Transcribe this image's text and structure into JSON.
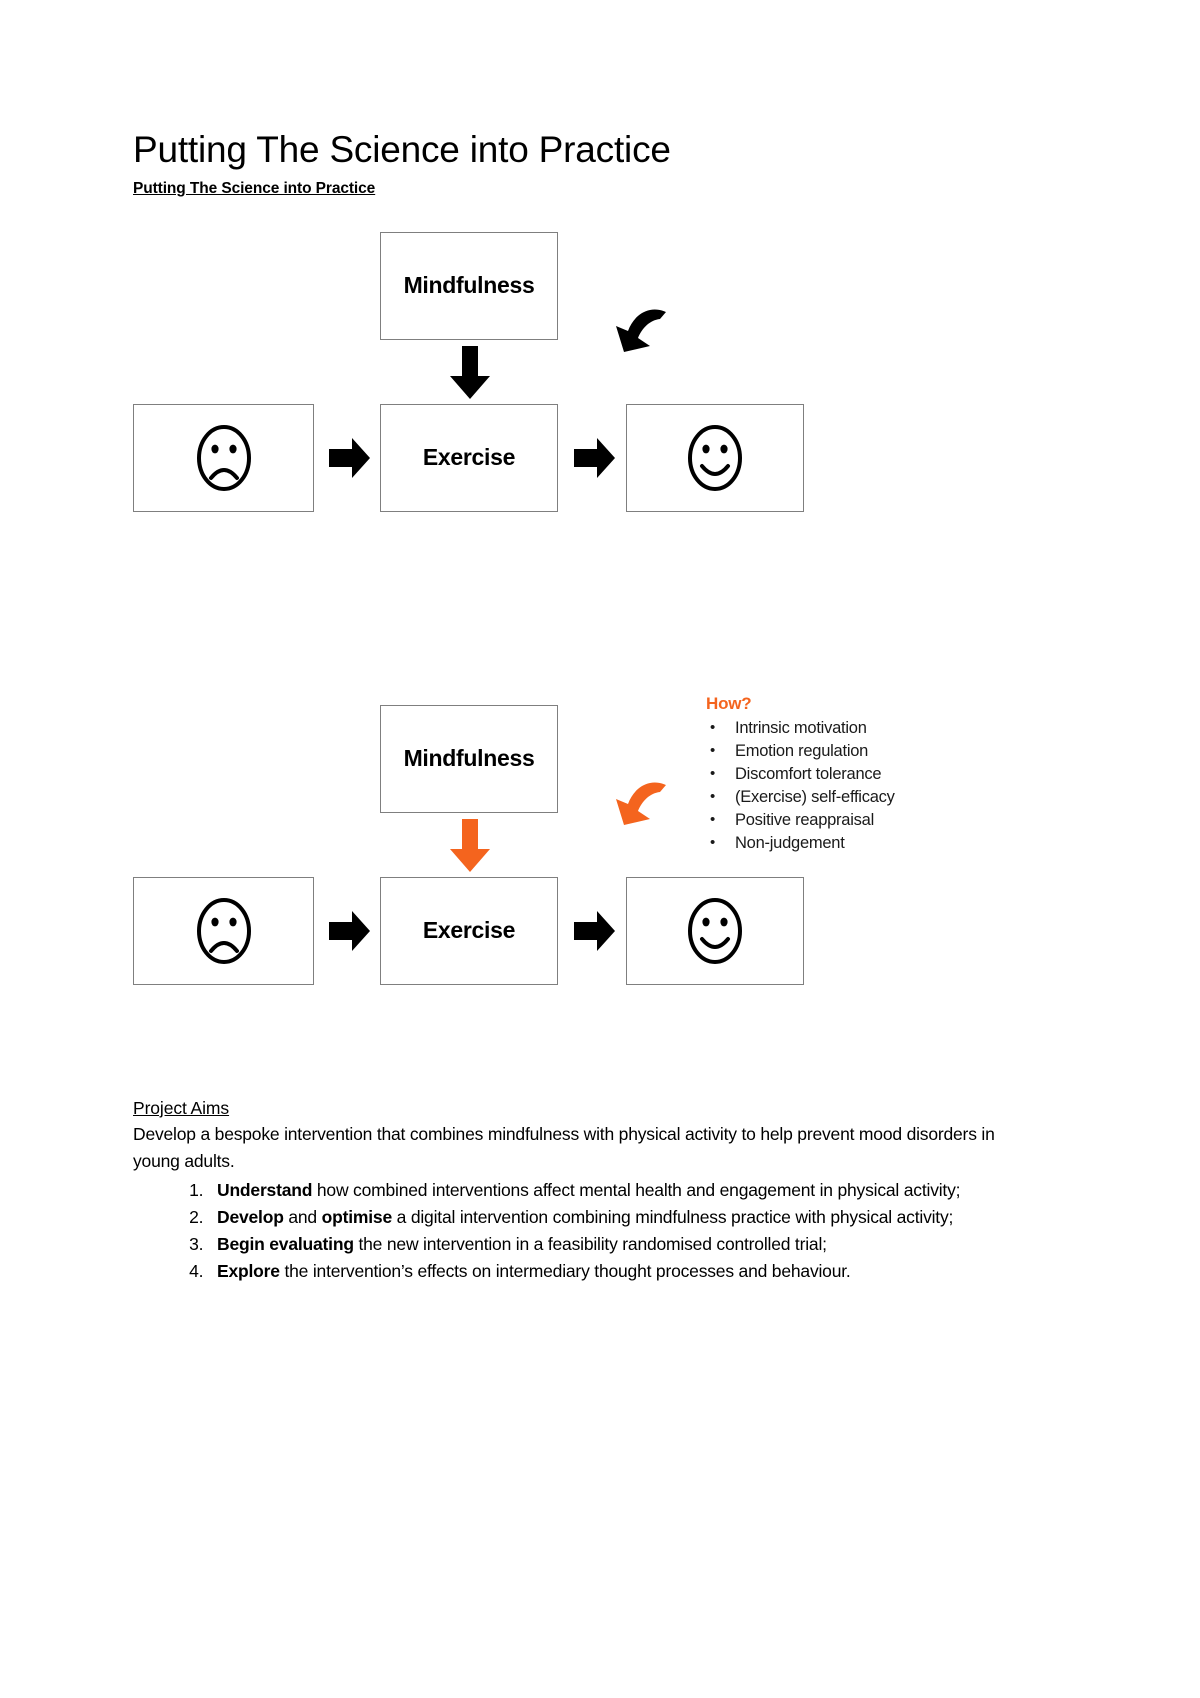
{
  "document": {
    "title": "Putting The Science into Practice",
    "subtitle": "Putting The Science into Practice"
  },
  "diagram_one": {
    "name": "black-flow-diagram",
    "boxes": {
      "mindfulness": "Mindfulness",
      "exercise": "Exercise",
      "before_face": "frowning-face",
      "after_face": "smiling-face"
    },
    "arrows": {
      "down": "black-down-arrow",
      "right_1": "black-right-arrow",
      "right_2": "black-right-arrow",
      "curved": "black-curved-arrow"
    },
    "accent_color": "#000000"
  },
  "diagram_two": {
    "name": "orange-accent-flow-diagram",
    "boxes": {
      "mindfulness": "Mindfulness",
      "exercise": "Exercise",
      "before_face": "frowning-face",
      "after_face": "smiling-face"
    },
    "arrows": {
      "down": "orange-down-arrow",
      "right_1": "black-right-arrow",
      "right_2": "black-right-arrow",
      "curved": "orange-curved-arrow"
    },
    "accent_color": "#F4641E",
    "how_panel": {
      "title": "How?",
      "items": [
        "Intrinsic motivation",
        "Emotion regulation",
        "Discomfort tolerance",
        "(Exercise) self-efficacy",
        "Positive reappraisal",
        "Non-judgement"
      ]
    }
  },
  "project_aims": {
    "heading": "Project Aims",
    "intro": "Develop a bespoke intervention that combines mindfulness with physical activity to help prevent mood disorders in young adults.",
    "items": [
      {
        "lead": "Understand",
        "lead2": "",
        "mid": "",
        "rest": " how combined interventions affect mental health and engagement in physical activity;"
      },
      {
        "lead": "Develop",
        "lead2": "optimise",
        "mid": " and ",
        "rest": " a digital intervention combining mindfulness practice with physical activity;"
      },
      {
        "lead": "Begin evaluating",
        "lead2": "",
        "mid": "",
        "rest": " the new intervention in a feasibility randomised controlled trial;"
      },
      {
        "lead": "Explore",
        "lead2": "",
        "mid": "",
        "rest": " the intervention’s effects on intermediary thought processes and behaviour."
      }
    ]
  }
}
